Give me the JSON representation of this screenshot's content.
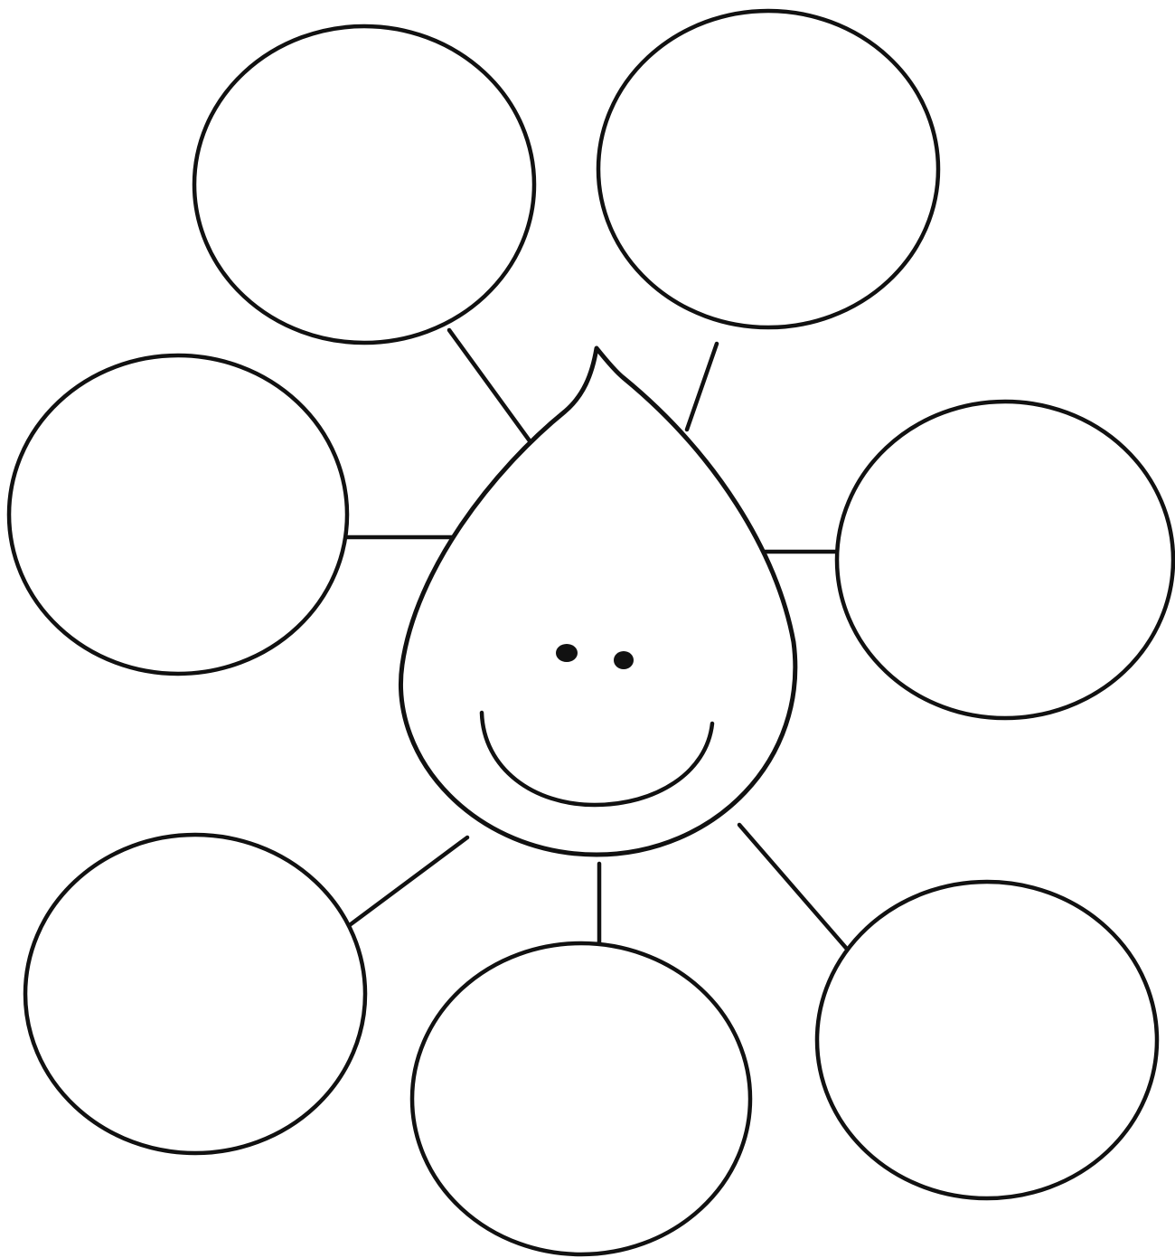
{
  "diagram": {
    "type": "bubble-map",
    "center": {
      "shape": "water-drop",
      "face": "smiling"
    },
    "outer_bubbles": [
      {
        "id": "top-left",
        "text": ""
      },
      {
        "id": "top-right",
        "text": ""
      },
      {
        "id": "middle-left",
        "text": ""
      },
      {
        "id": "middle-right",
        "text": ""
      },
      {
        "id": "bottom-left",
        "text": ""
      },
      {
        "id": "bottom-center",
        "text": ""
      },
      {
        "id": "bottom-right",
        "text": ""
      }
    ],
    "colors": {
      "line": "#111111",
      "background": "#ffffff"
    }
  }
}
